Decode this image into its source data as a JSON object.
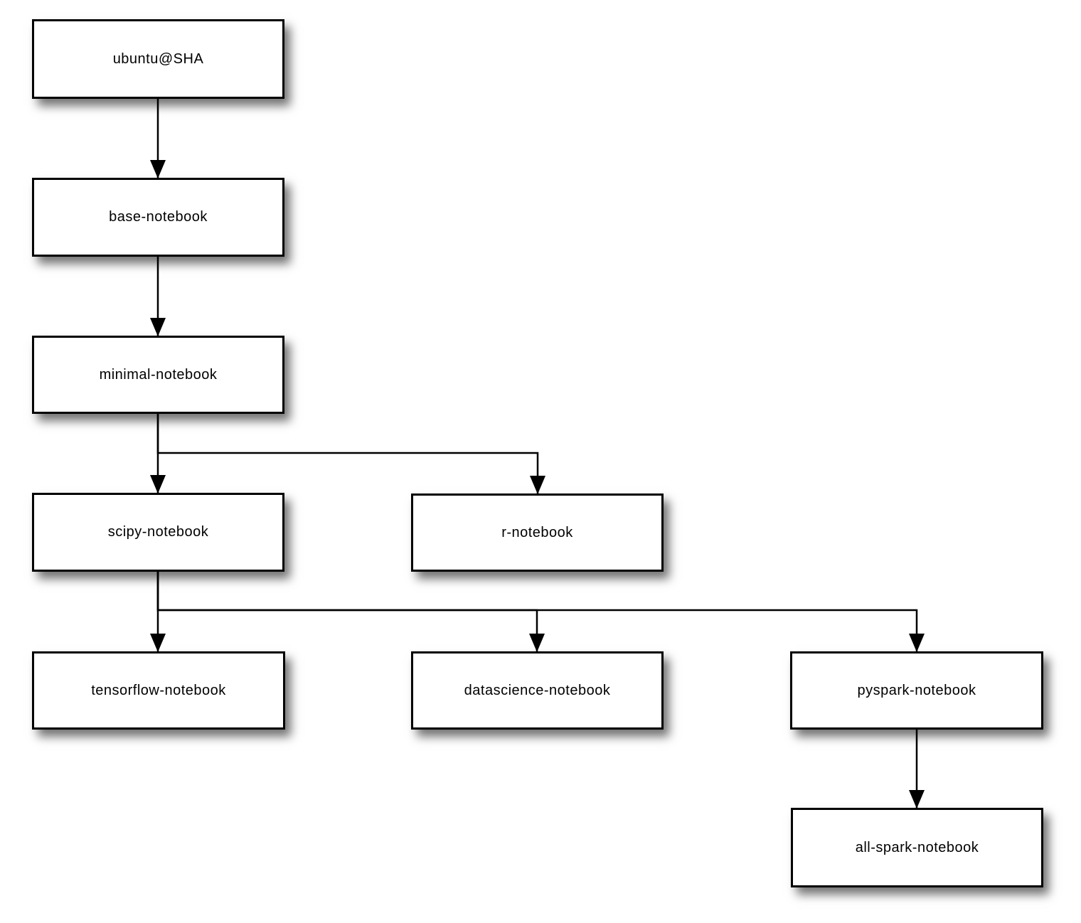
{
  "diagram": {
    "type": "tree",
    "description": "Docker image inheritance hierarchy of Jupyter notebook stacks",
    "colors": {
      "node_fill": "#ffffff",
      "node_border": "#000000",
      "edge": "#000000",
      "text": "#000000",
      "background": "#ffffff"
    },
    "nodes": [
      {
        "id": "ubuntu",
        "label": "ubuntu@SHA"
      },
      {
        "id": "base-notebook",
        "label": "base-notebook"
      },
      {
        "id": "minimal-notebook",
        "label": "minimal-notebook"
      },
      {
        "id": "scipy-notebook",
        "label": "scipy-notebook"
      },
      {
        "id": "r-notebook",
        "label": "r-notebook"
      },
      {
        "id": "tensorflow-notebook",
        "label": "tensorflow-notebook"
      },
      {
        "id": "datascience-notebook",
        "label": "datascience-notebook"
      },
      {
        "id": "pyspark-notebook",
        "label": "pyspark-notebook"
      },
      {
        "id": "all-spark-notebook",
        "label": "all-spark-notebook"
      }
    ],
    "edges": [
      {
        "from": "ubuntu",
        "to": "base-notebook"
      },
      {
        "from": "base-notebook",
        "to": "minimal-notebook"
      },
      {
        "from": "minimal-notebook",
        "to": "scipy-notebook"
      },
      {
        "from": "minimal-notebook",
        "to": "r-notebook"
      },
      {
        "from": "scipy-notebook",
        "to": "tensorflow-notebook"
      },
      {
        "from": "scipy-notebook",
        "to": "datascience-notebook"
      },
      {
        "from": "scipy-notebook",
        "to": "pyspark-notebook"
      },
      {
        "from": "pyspark-notebook",
        "to": "all-spark-notebook"
      }
    ]
  }
}
